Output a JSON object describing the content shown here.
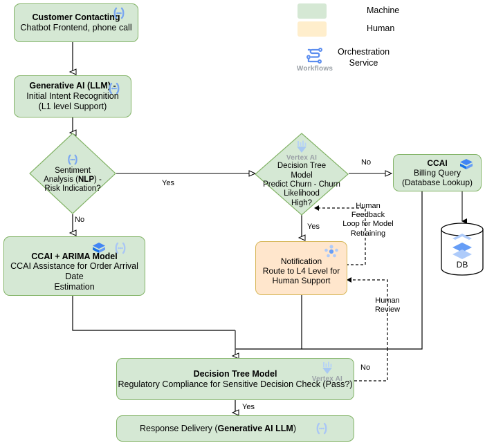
{
  "diagram": {
    "title": "Customer Support AI Orchestration Flowchart",
    "colors": {
      "machine_fill": "#d5e8d4",
      "machine_stroke": "#82b366",
      "human_fill": "#ffe6cc",
      "human_stroke": "#d6b656",
      "accent_blue": "#4285f4",
      "line": "#000000",
      "muted_label": "#9aa0a6"
    }
  },
  "legend": {
    "items": [
      {
        "label": "Machine",
        "swatch": "machine",
        "icon": null
      },
      {
        "label": "Human",
        "swatch": "human",
        "icon": null
      },
      {
        "label": "Orchestration\nService",
        "swatch": null,
        "icon": "workflows-icon",
        "icon_caption": "Workflows"
      }
    ]
  },
  "nodes": {
    "customer_contacting": {
      "title": "Customer Contacting",
      "line2": "Chatbot Frontend, phone call",
      "type": "machine",
      "icons": [
        "dialogflow-ccai-icon"
      ]
    },
    "generative_ai": {
      "title": "Generative AI (LLM) -",
      "line2": "Initial Intent Recognition",
      "line3": "(L1 level Support)",
      "type": "machine",
      "icons": [
        "dialogflow-ccai-icon"
      ]
    },
    "sentiment_analysis": {
      "line1": "Sentiment",
      "line2_pre": "Analysis (",
      "line2_bold": "NLP",
      "line2_post": ") -",
      "line3": "Risk Indication?",
      "type": "machine-diamond",
      "icons": [
        "dialogflow-ccai-icon"
      ]
    },
    "decision_tree_churn": {
      "vendor_label": "Vertex AI",
      "title1": "Decision Tree",
      "title2": "Model",
      "line3": "Predict Churn - Churn",
      "line4": "Likelihood",
      "line5": "High?",
      "type": "machine-diamond",
      "icons": [
        "vertex-ai-icon"
      ]
    },
    "ccai_billing": {
      "title": "CCAI",
      "line2": "Billing Query",
      "line3": "(Database Lookup)",
      "type": "machine",
      "icons": [
        "ccai-cube-icon"
      ]
    },
    "database": {
      "label": "DB",
      "icon": "database-layers-icon"
    },
    "ccai_arima": {
      "title": "CCAI + ARIMA Model",
      "line2": "CCAI Assistance for Order Arrival Date",
      "line3": "Estimation",
      "type": "machine",
      "icons": [
        "ccai-cube-icon",
        "dialogflow-ccai-icon"
      ]
    },
    "notification": {
      "line1": "Notification",
      "line2": "Route to L4 Level for",
      "line3": "Human Support",
      "type": "human",
      "icons": [
        "pubsub-icon"
      ]
    },
    "regulatory_compliance": {
      "vendor_label": "Vertex AI",
      "title": "Decision Tree Model",
      "line2": "Regulatory Compliance for Sensitive Decision Check (Pass?)",
      "type": "machine",
      "icons": [
        "vertex-ai-icon"
      ]
    },
    "response_delivery": {
      "text_pre": "Response Delivery (",
      "text_bold": "Generative AI LLM",
      "text_post": ")",
      "type": "machine",
      "icons": [
        "dialogflow-ccai-icon"
      ]
    }
  },
  "edge_labels": {
    "sentiment_yes": "Yes",
    "sentiment_no": "No",
    "churn_no": "No",
    "churn_yes": "Yes",
    "human_feedback_loop": "Human\nFeedback\nLoop for Model\nRetraining",
    "human_review": "Human\nReview",
    "compliance_no": "No",
    "compliance_yes": "Yes"
  }
}
